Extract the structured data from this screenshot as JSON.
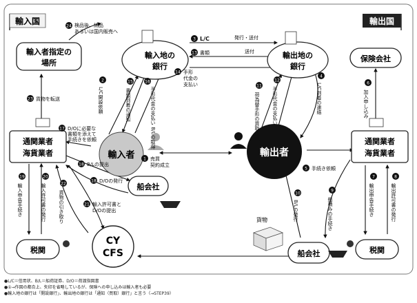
{
  "flags": {
    "import_country": "輸入国",
    "export_country": "輸出国"
  },
  "nodes": {
    "designated_place": [
      "輸入者指定の",
      "場所"
    ],
    "import_bank": [
      "輸入地の",
      "銀行"
    ],
    "export_bank": [
      "輸出地の",
      "銀行"
    ],
    "insurance": "保険会社",
    "customs_broker_import": [
      "通関業者",
      "海貨業者"
    ],
    "customs_broker_export": [
      "通関業者",
      "海貨業者"
    ],
    "importer": "輸入者",
    "exporter": "輸出者",
    "shipping_import": "船会社",
    "shipping_export": "船会社",
    "customs_import": "税関",
    "customs_export": "税関",
    "cy_cfs": [
      "CY",
      "CFS"
    ],
    "cargo_label": "貨物"
  },
  "steps": {
    "s1": {
      "num": "1",
      "text": [
        "売買",
        "契約成立"
      ]
    },
    "s2": {
      "num": "2",
      "text": "L/C開設依頼"
    },
    "s3": {
      "num": "3",
      "text": "L/C"
    },
    "s3b": {
      "text": "発行・送付"
    },
    "s4": {
      "num": "4",
      "text": "L/C到着の連絡"
    },
    "s5": {
      "num": "5",
      "text": "手続き依頼"
    },
    "s6": {
      "num": "6",
      "text": "加入申し込み"
    },
    "s7": {
      "num": "7",
      "text": "輸出申告手続き"
    },
    "s8": {
      "num": "8",
      "text": "輸出許可書の発行"
    },
    "s9": {
      "num": "9",
      "text": "船積みの手続き"
    },
    "s10": {
      "num": "10",
      "text": "B/Lの発行"
    },
    "s11": {
      "num": "11",
      "text": "荷為替手形の買取依頼"
    },
    "s12": {
      "num": "12",
      "text": "手形代金の支払い"
    },
    "s13": {
      "num": "13",
      "text": "書類"
    },
    "s13b": {
      "text": "送付"
    },
    "s14": {
      "num": "14",
      "text": [
        "手形",
        "代金の",
        "支払い"
      ]
    },
    "s15": {
      "num": "15",
      "text": "書類到着の通知"
    },
    "s16": {
      "num": "16",
      "text": "手形代金の支払い B/Lの取得"
    },
    "s17": {
      "num": "17",
      "text": [
        "D/Oに必要な",
        "書類を添えて",
        "手続きを依頼"
      ]
    },
    "s18": {
      "num": "18",
      "text": "B/Lの提出"
    },
    "s18b": {
      "text": "D/Oの発行"
    },
    "s19": {
      "num": "19",
      "text": "輸入申告手続き"
    },
    "s20": {
      "num": "20",
      "text": "輸入許可書の発行"
    },
    "s21": {
      "num": "21",
      "text": [
        "輸入許可書と",
        "D/Oの提出"
      ]
    },
    "s22": {
      "num": "22",
      "text": "貨物の引き取り"
    },
    "s23": {
      "num": "23",
      "text": "貨物を転送"
    },
    "s24": {
      "num": "24",
      "text": [
        "検品後、納品",
        "あるいは国内販売へ"
      ]
    }
  },
  "footer": [
    "●L/C＝信用状、B/L＝船荷証券、D/O＝荷渡指図書",
    "●①→作図の都合上、矢印を省略しているが、保険への申し込みは輸入者も必要",
    "●輸入地の銀行は「開設銀行」、輸出地の銀行は「通知（買取）銀行」と言う（→STEP39）"
  ]
}
